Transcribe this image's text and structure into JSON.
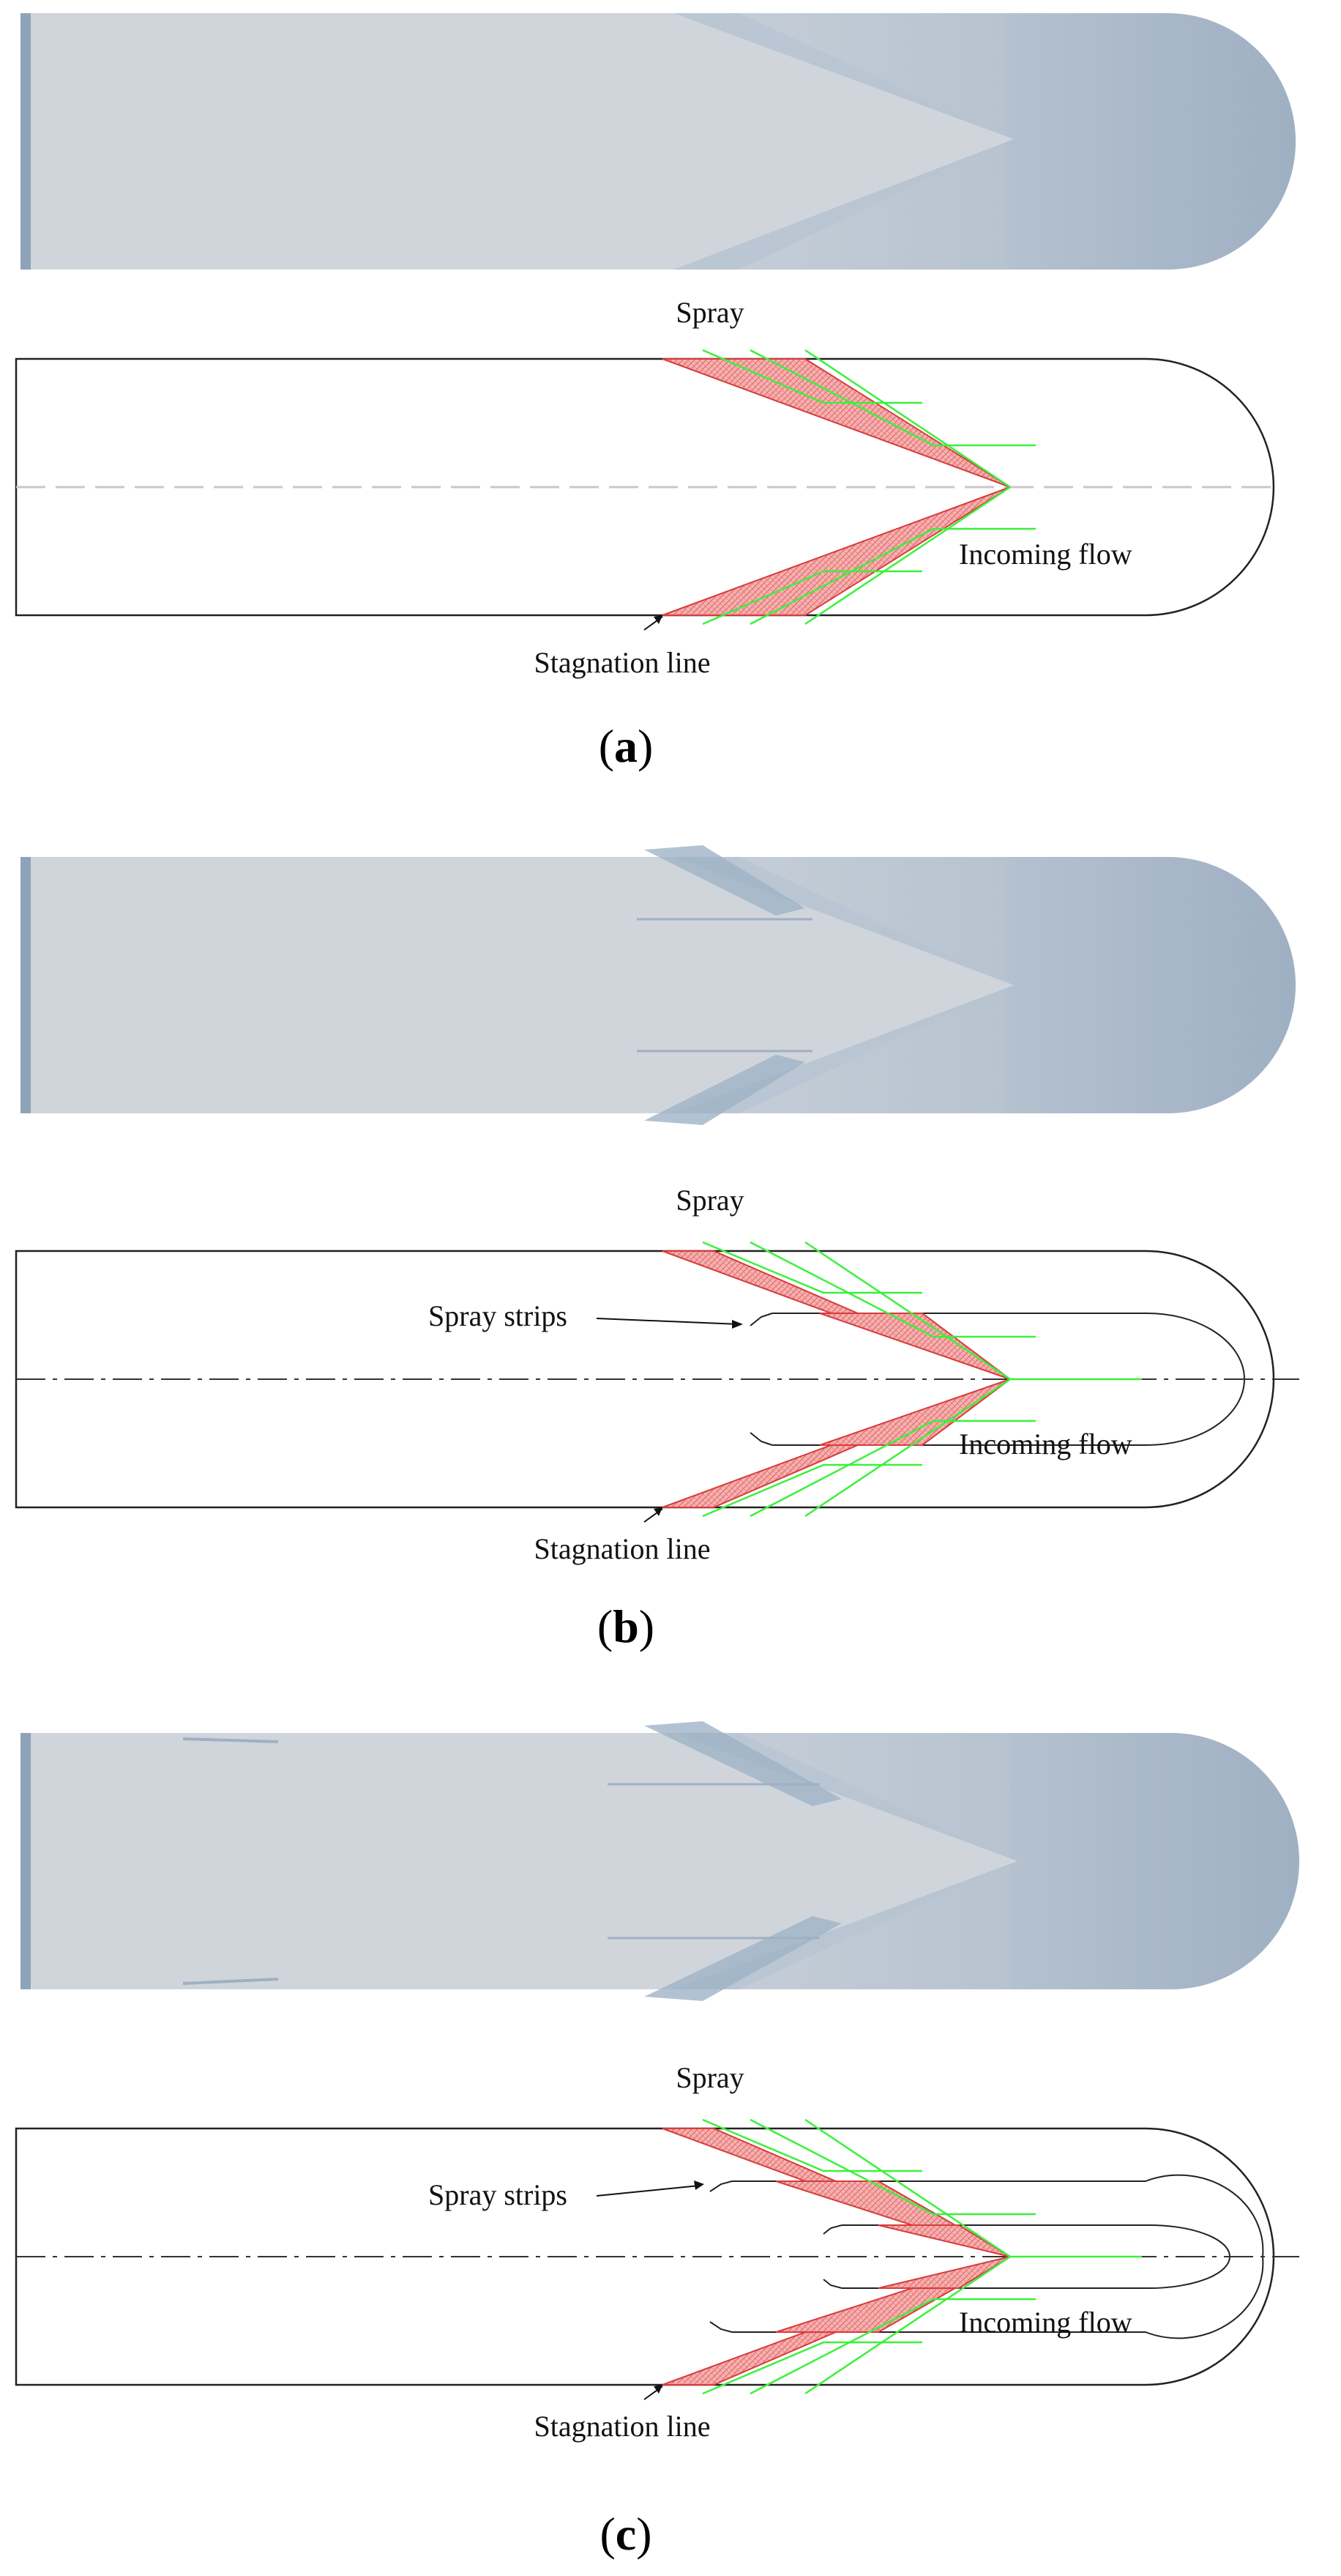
{
  "colors": {
    "hull_light": "#cfd5dc",
    "hull_dark": "#aab8c8",
    "hull_edge": "#8fa3b8",
    "pressure_fill": "#f1a1a1",
    "pressure_edge": "#d83b3b",
    "streamline": "#3cf03c",
    "outline": "#222222",
    "centerline_dashed": "#c8c8c8",
    "centerline_dashdot": "#333333"
  },
  "panels": [
    {
      "id": "a",
      "caption_open": "(",
      "caption_letter": "a",
      "caption_close": ")",
      "spray_label": "Spray",
      "stagnation_label": "Stagnation line",
      "incoming_label": "Incoming flow",
      "spray_strips_label": "",
      "spray_strip_count": 0
    },
    {
      "id": "b",
      "caption_open": "(",
      "caption_letter": "b",
      "caption_close": ")",
      "spray_label": "Spray",
      "stagnation_label": "Stagnation line",
      "incoming_label": "Incoming flow",
      "spray_strips_label": "Spray strips",
      "spray_strip_count": 1
    },
    {
      "id": "c",
      "caption_open": "(",
      "caption_letter": "c",
      "caption_close": ")",
      "spray_label": "Spray",
      "stagnation_label": "Stagnation line",
      "incoming_label": "Incoming flow",
      "spray_strips_label": "Spray strips",
      "spray_strip_count": 2
    }
  ]
}
